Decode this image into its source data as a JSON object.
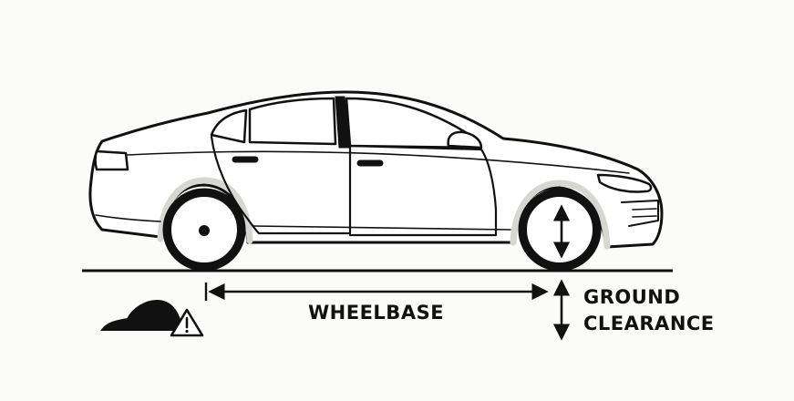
{
  "labels": {
    "wheelbase": "WHEELBASE",
    "ground_clearance_line1": "GROUND",
    "ground_clearance_line2": "CLEARANCE"
  },
  "icons": {
    "car": "sedan-side-view-icon",
    "obstacle": "road-bump-icon",
    "warning": "warning-triangle-icon"
  },
  "colors": {
    "ink": "#111111",
    "background": "#fbfbf9",
    "car_body": "#ffffff",
    "shadow": "#e6e6e3"
  }
}
